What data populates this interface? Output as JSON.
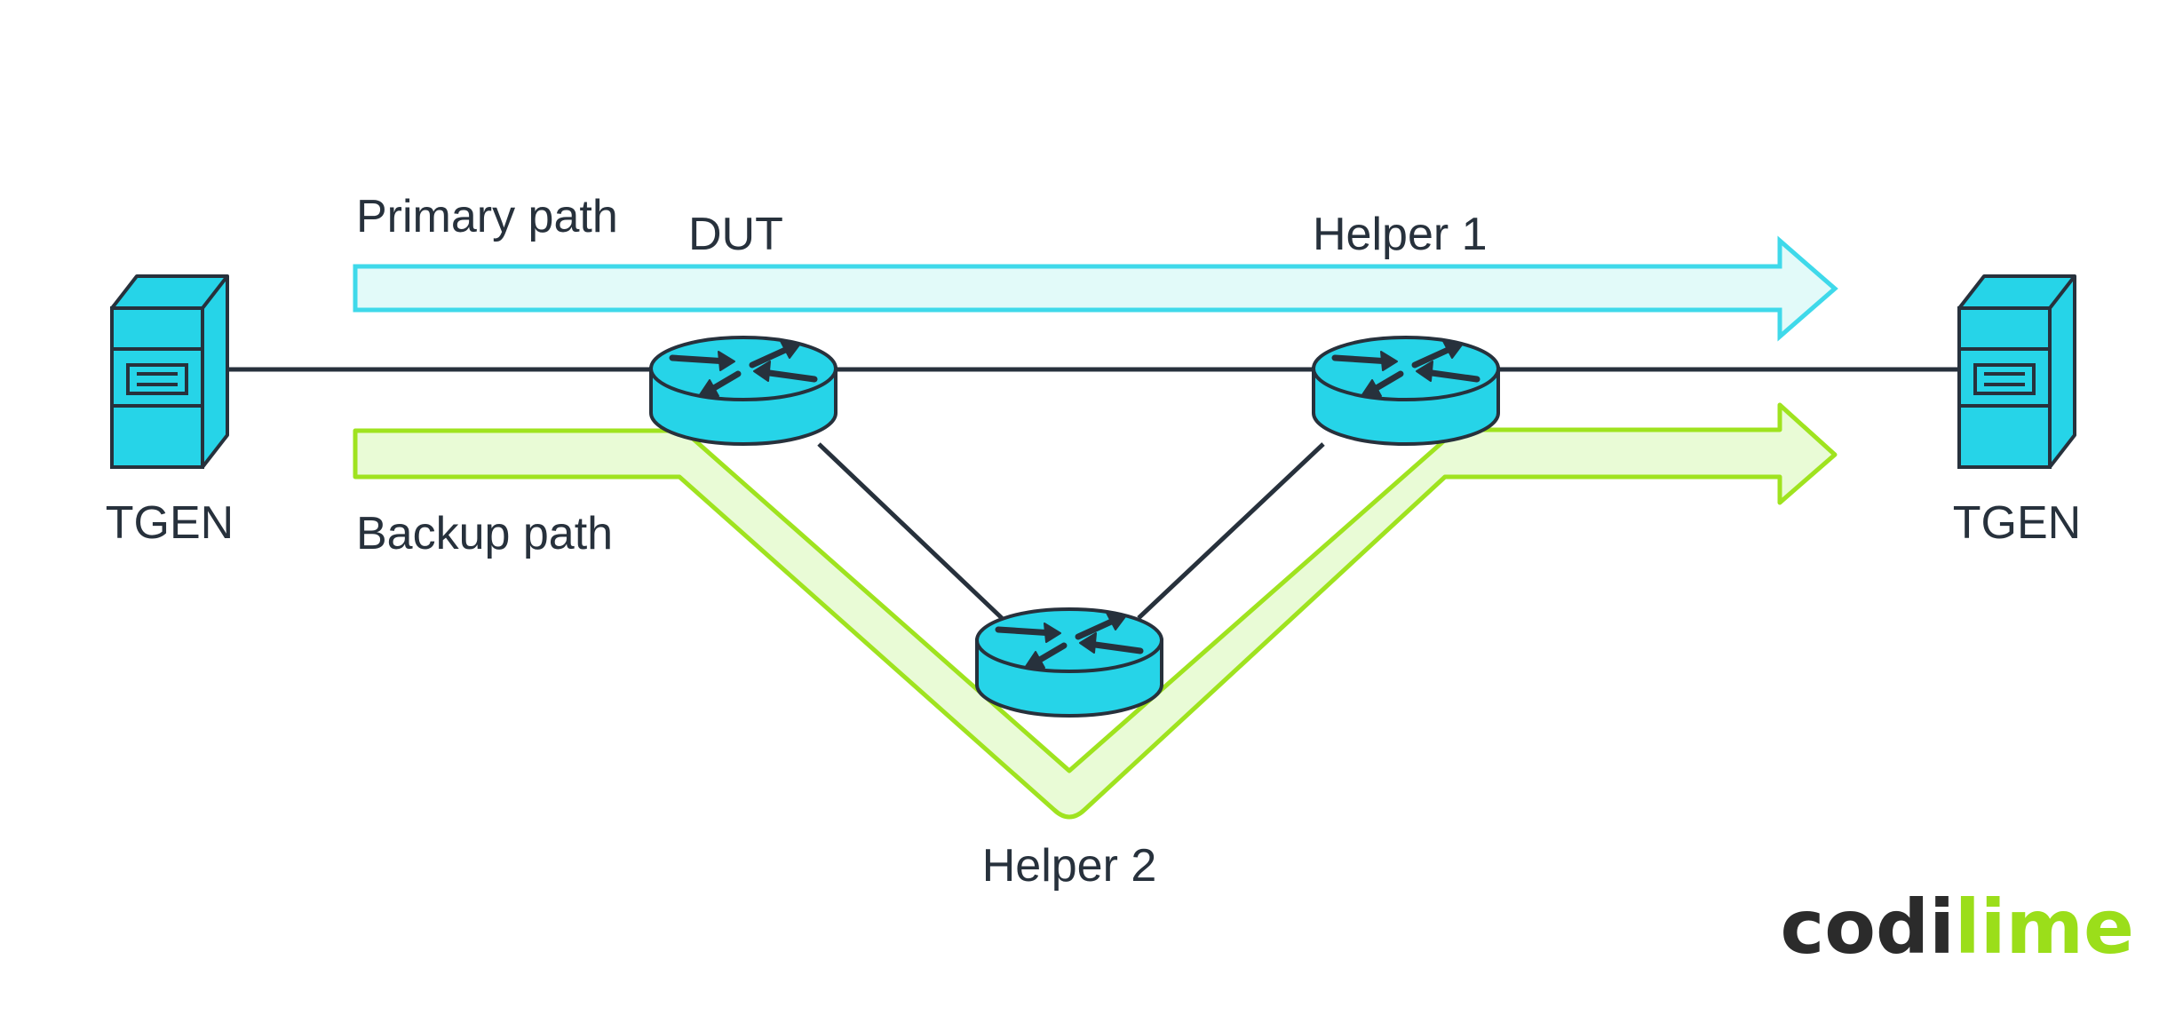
{
  "labels": {
    "primary_path": "Primary path",
    "backup_path": "Backup path",
    "dut": "DUT",
    "helper1": "Helper 1",
    "helper2": "Helper 2",
    "tgen_left": "TGEN",
    "tgen_right": "TGEN"
  },
  "logo": {
    "part1": "codi",
    "part2": "lime"
  },
  "colors": {
    "device": "#26d4e8",
    "stroke": "#27313c",
    "primary_fill": "#e2faf9",
    "primary_stroke": "#3fd9ea",
    "backup_fill": "#e9fbd6",
    "backup_stroke": "#9fe31f",
    "logo_dark": "#2b2b2b",
    "logo_green": "#9bde1a"
  },
  "icons": [
    "server-icon",
    "router-icon"
  ]
}
